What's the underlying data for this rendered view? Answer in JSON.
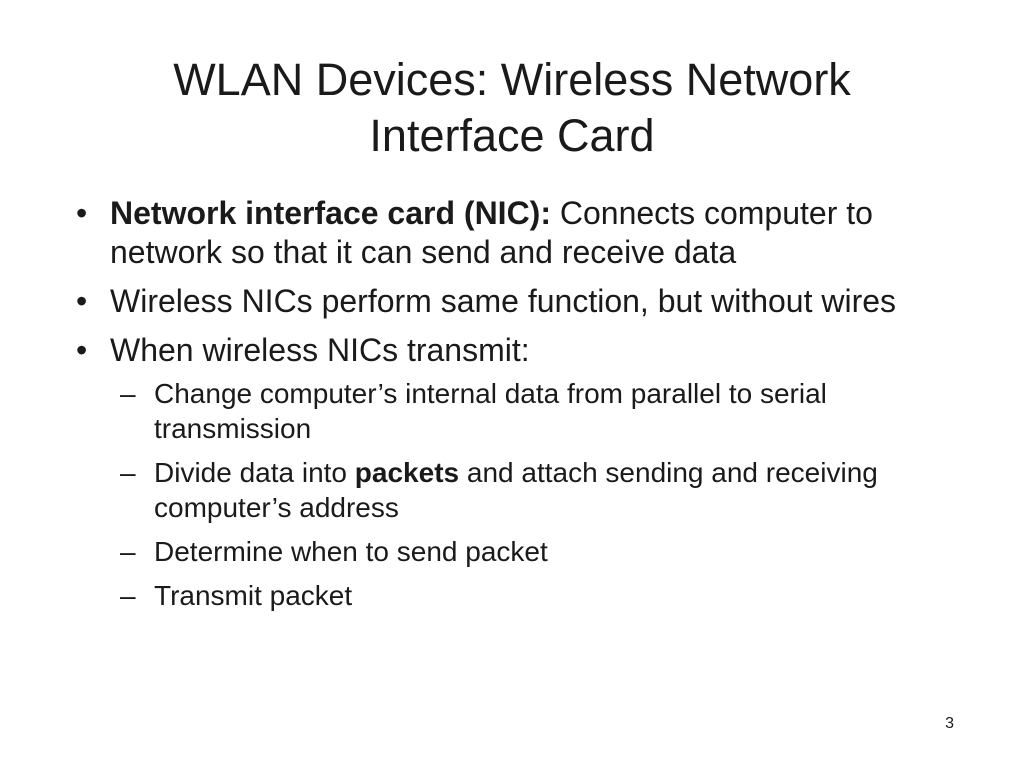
{
  "slide": {
    "title_line1": "WLAN Devices: Wireless Network",
    "title_line2": "Interface Card",
    "bullet_marker": "•",
    "dash_marker": "–",
    "bullets": [
      {
        "bold": "Network interface card (NIC):",
        "text": " Connects computer to network so that it can send and receive data"
      },
      {
        "text": "Wireless NICs perform same function, but without wires"
      },
      {
        "text": "When wireless NICs transmit:"
      }
    ],
    "sub_bullets": [
      {
        "text": "Change computer’s internal data from parallel to serial transmission"
      },
      {
        "text_before": "Divide data into ",
        "bold": "packets",
        "text_after": " and attach sending and receiving computer’s address"
      },
      {
        "text": "Determine when to send packet"
      },
      {
        "text": "Transmit packet"
      }
    ],
    "page_number": "3"
  }
}
